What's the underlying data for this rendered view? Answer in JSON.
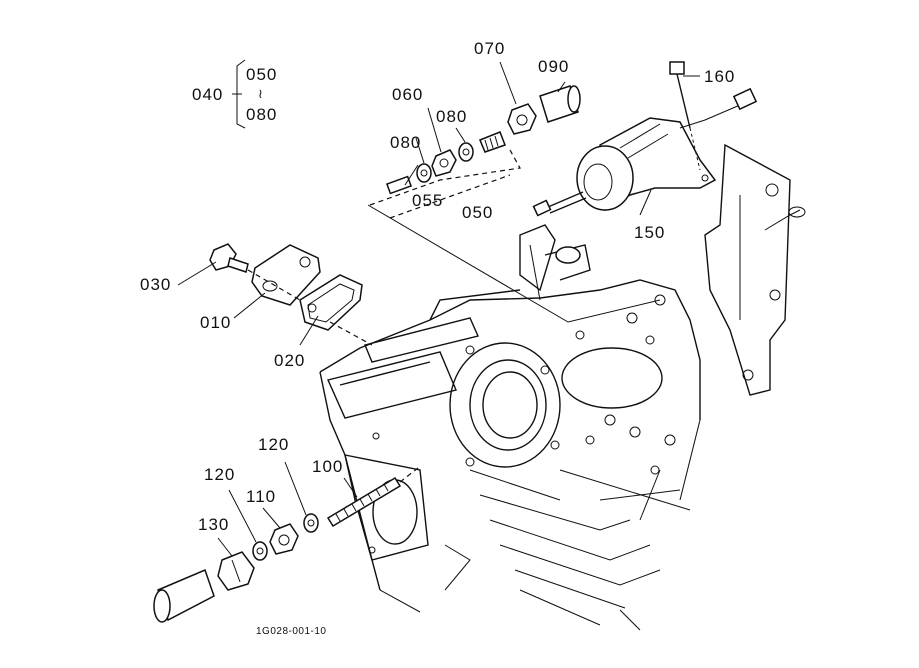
{
  "labels": {
    "p010": "010",
    "p020": "020",
    "p030": "030",
    "p040": "040",
    "p050a": "050",
    "p050b": "050",
    "p055": "055",
    "p060": "060",
    "p070": "070",
    "p080a": "080",
    "p080b": "080",
    "p080c": "080",
    "p090": "090",
    "p100": "100",
    "p110": "110",
    "p120a": "120",
    "p120b": "120",
    "p130": "130",
    "p150": "150",
    "p160": "160",
    "range_sep": "≀"
  },
  "reference": "1G028-001-10"
}
